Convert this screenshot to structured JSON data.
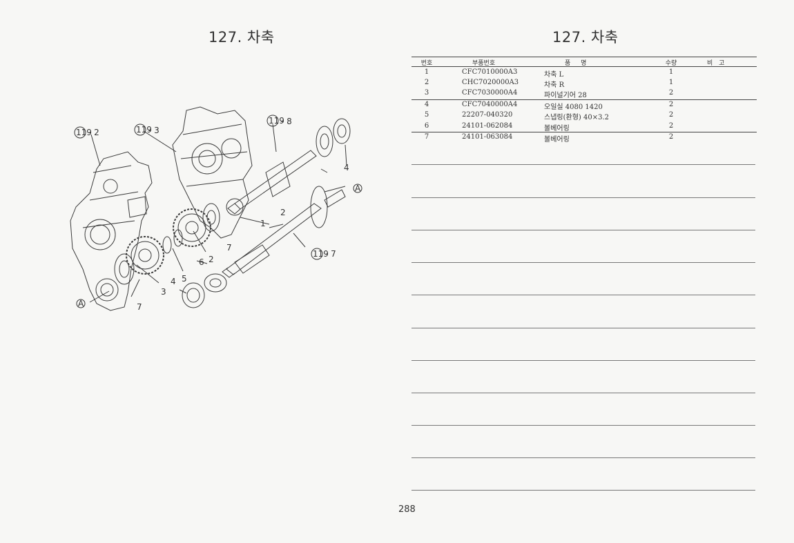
{
  "page": {
    "title_left": "127. 차축",
    "title_right": "127. 차축",
    "page_number": "288"
  },
  "diagram": {
    "callouts": {
      "c119_2": "119",
      "c119_2_suffix": "- 2",
      "c119_3": "119",
      "c119_3_suffix": "- 3",
      "c119_8": "119",
      "c119_8_suffix": "- 8",
      "c119_7": "119",
      "c119_7_suffix": "- 7",
      "ref_a_top": "A",
      "ref_a_left": "A"
    },
    "labels": [
      "1",
      "2",
      "2",
      "3",
      "4",
      "4",
      "5",
      "6",
      "7",
      "7"
    ]
  },
  "table": {
    "headers": {
      "no": "번호",
      "part": "부품번호",
      "name": "품 명",
      "qty": "수량",
      "remark": "비 고"
    },
    "rows": [
      {
        "no": "1",
        "part": "CFC7010000A3",
        "name": "차축 L",
        "qty": "1"
      },
      {
        "no": "2",
        "part": "CHC7020000A3",
        "name": "차축 R",
        "qty": "1"
      },
      {
        "no": "3",
        "part": "CFC7030000A4",
        "name": "파이널기어 28",
        "qty": "2"
      },
      {
        "no": "4",
        "part": "CFC7040000A4",
        "name": "오일실 4080 1420",
        "qty": "2"
      },
      {
        "no": "5",
        "part": "22207-040320",
        "name": "스냅링(환형) 40×3.2",
        "qty": "2"
      },
      {
        "no": "6",
        "part": "24101-062084",
        "name": "볼베어링",
        "qty": "2"
      },
      {
        "no": "7",
        "part": "24101-063084",
        "name": "볼베어링",
        "qty": "2"
      }
    ]
  }
}
